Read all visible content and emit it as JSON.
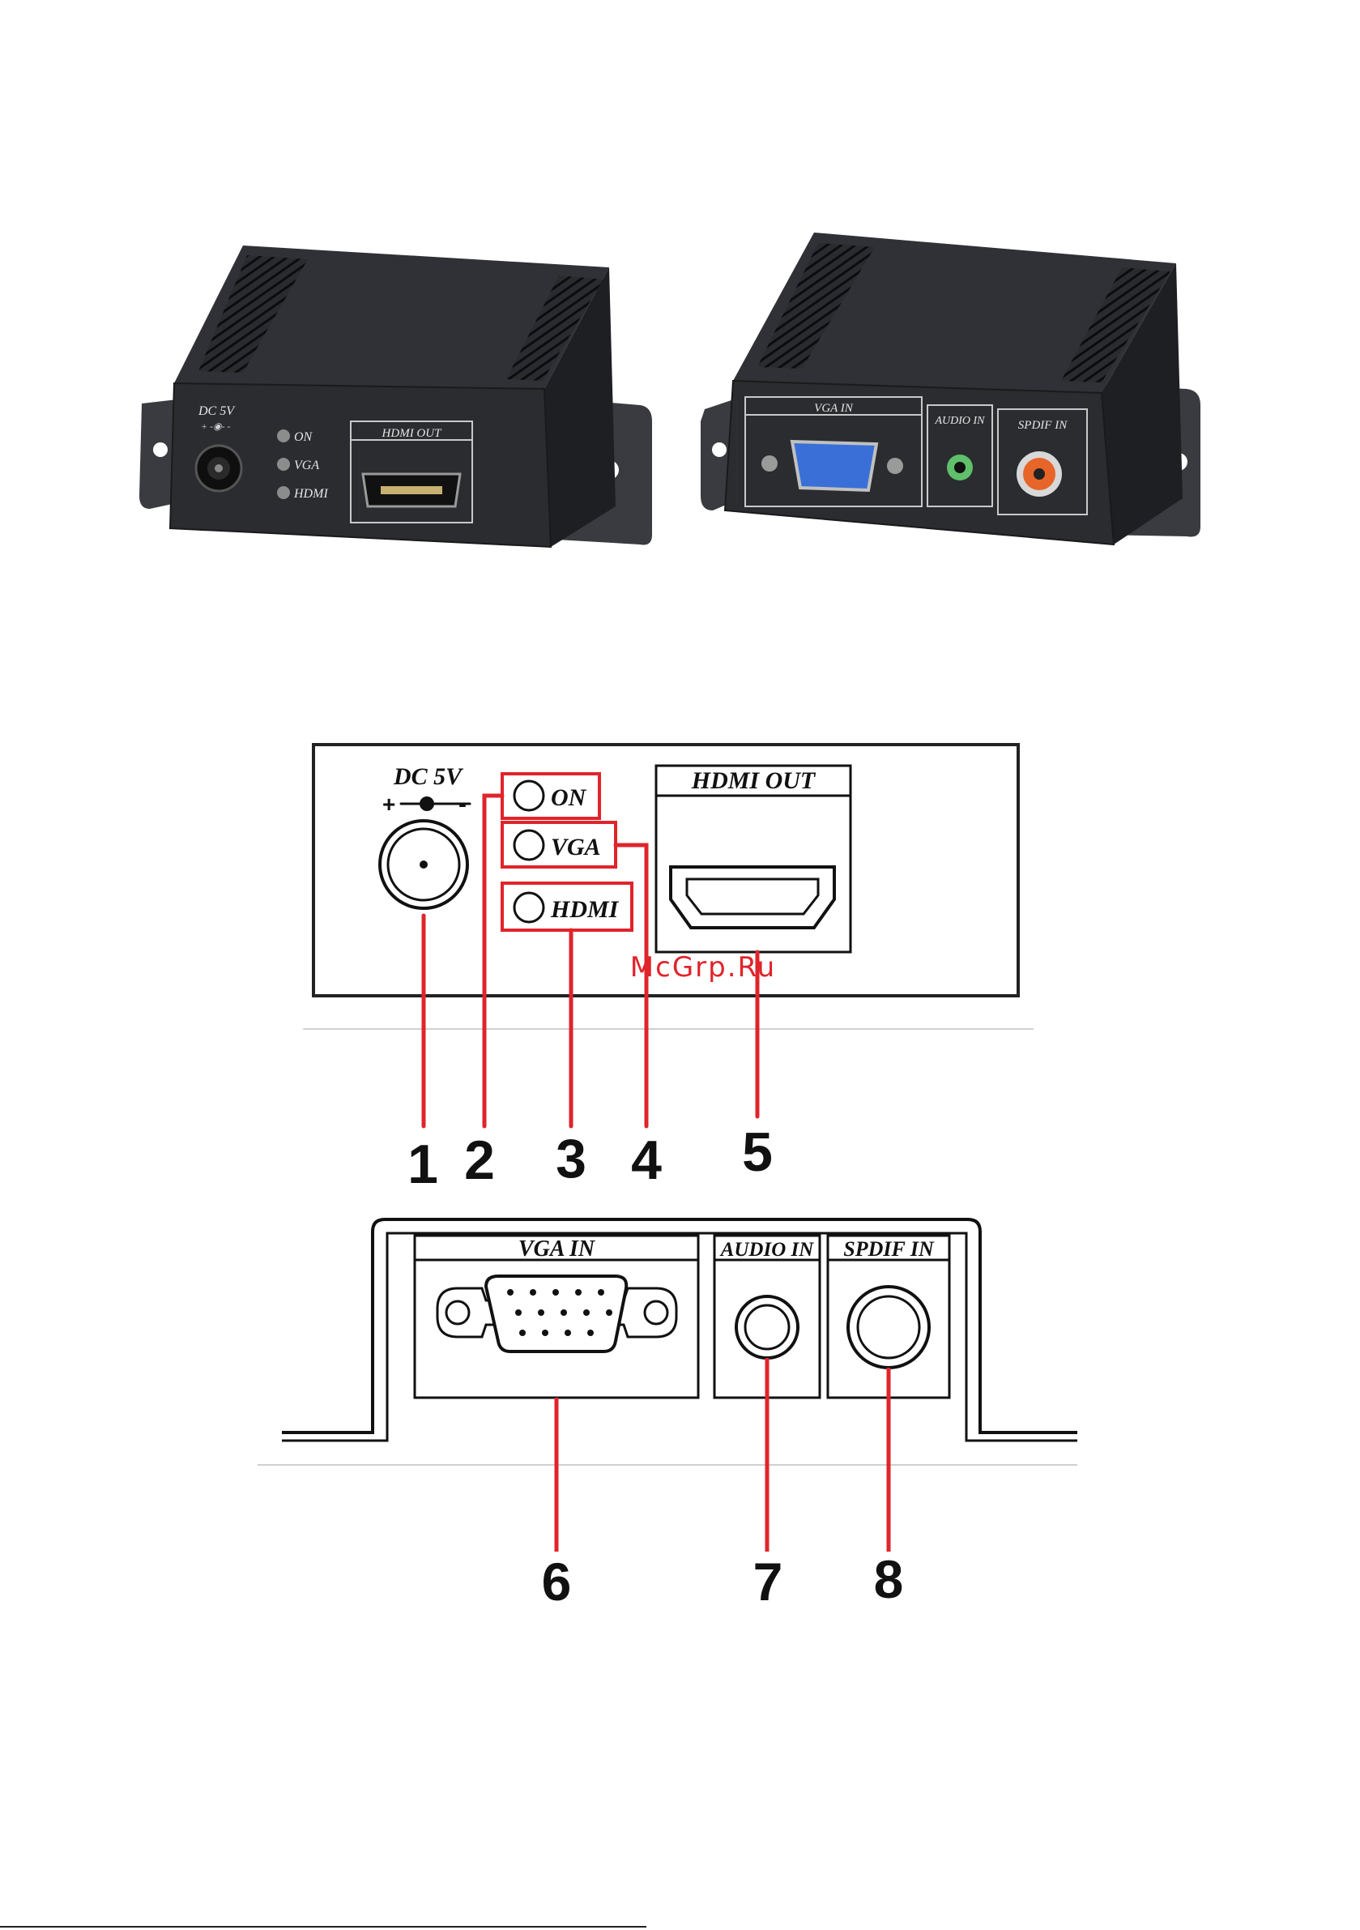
{
  "photo_front": {
    "dc_label": "DC 5V",
    "polarity": "+ -◉- -",
    "led_on": "ON",
    "led_vga": "VGA",
    "led_hdmi": "HDMI",
    "hdmi_out": "HDMI  OUT"
  },
  "photo_back": {
    "vga_in": "VGA  IN",
    "audio_in": "AUDIO IN",
    "spdif_in": "SPDIF  IN"
  },
  "front_diagram": {
    "dc_label": "DC 5V",
    "polarity_plus": "+",
    "polarity_minus": "-",
    "led_on": "ON",
    "led_vga": "VGA",
    "led_hdmi": "HDMI",
    "hdmi_out": "HDMI  OUT",
    "callouts": [
      "1",
      "2",
      "3",
      "4",
      "5"
    ]
  },
  "back_diagram": {
    "vga_in": "VGA  IN",
    "audio_in": "AUDIO IN",
    "spdif_in": "SPDIF  IN",
    "callouts": [
      "6",
      "7",
      "8"
    ]
  },
  "watermark": "McGrp.Ru",
  "colors": {
    "device_body": "#2b2c30",
    "callout_red": "#e0242b",
    "vga_blue": "#3a6fd8",
    "rca_orange": "#e8652a",
    "audio_green": "#5fbf6a"
  }
}
